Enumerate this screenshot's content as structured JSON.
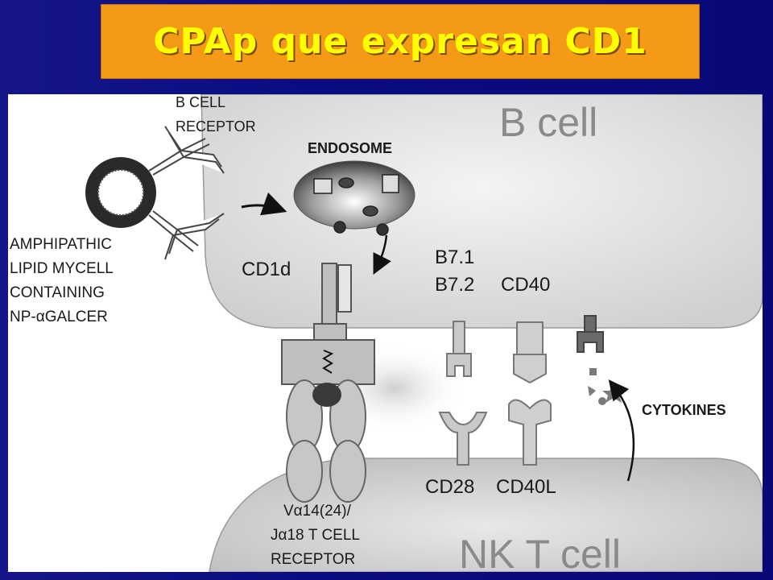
{
  "slide": {
    "title": "CPAp que expresan CD1"
  },
  "figure": {
    "cells": {
      "top": "B cell",
      "bottom": "NK T cell"
    },
    "labels": {
      "b_cell_receptor_1": "B CELL",
      "b_cell_receptor_2": "RECEPTOR",
      "endosome": "ENDOSOME",
      "lipid_1": "AMPHIPATHIC",
      "lipid_2": "LIPID MYCELL",
      "lipid_3": "CONTAINING",
      "lipid_4": "NP-αGALCER",
      "cd1d": "CD1d",
      "b71": "B7.1",
      "b72": "B7.2",
      "cd40": "CD40",
      "cd28": "CD28",
      "cd40l": "CD40L",
      "cytokines": "CYTOKINES",
      "tcr_1": "Vα14(24)/",
      "tcr_2": "Jα18 T CELL",
      "tcr_3": "RECEPTOR"
    }
  },
  "colors": {
    "title_box": "#f59a16",
    "title_text": "#ffff00",
    "slide_background": "#0a0a8c"
  }
}
